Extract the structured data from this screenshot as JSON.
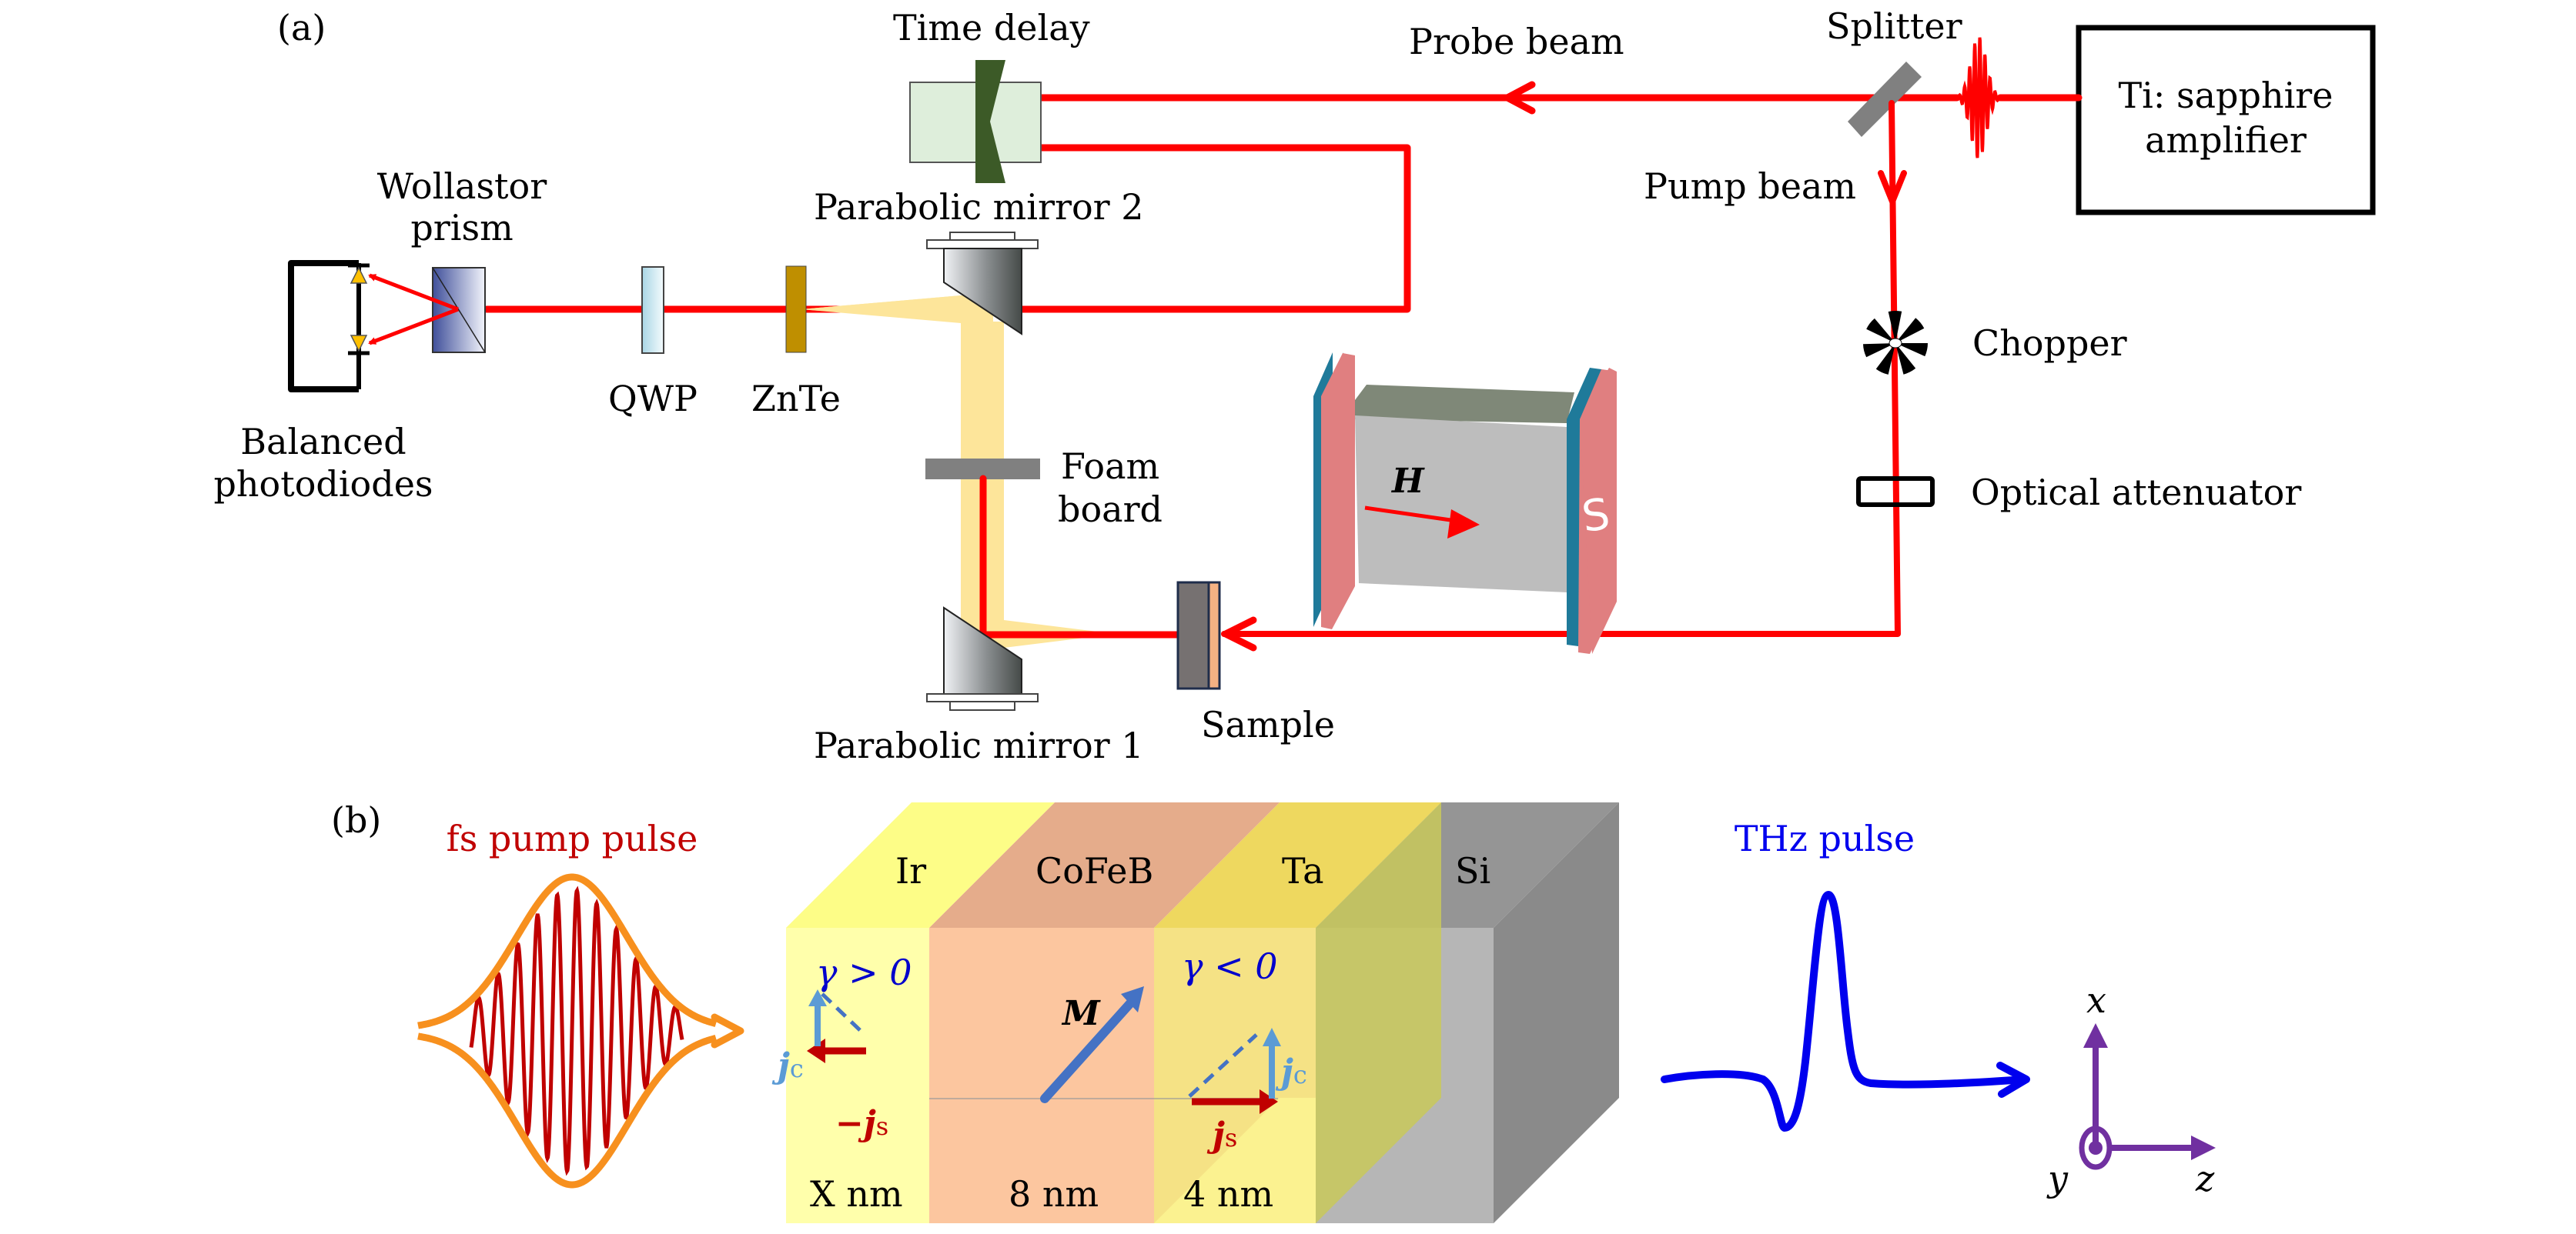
{
  "panel_a": {
    "tag": "(a)",
    "labels": {
      "time_delay": "Time delay",
      "probe_beam": "Probe beam",
      "splitter": "Splitter",
      "laser_line1": "Ti: sapphire",
      "laser_line2": "amplifier",
      "pump_beam": "Pump beam",
      "wollaston_line1": "Wollastor",
      "wollaston_line2": "prism",
      "parabolic_mirror_2": "Parabolic mirror 2",
      "chopper": "Chopper",
      "qwp": "QWP",
      "znte": "ZnTe",
      "photodiodes_line1": "Balanced",
      "photodiodes_line2": "photodiodes",
      "foam_line1": "Foam",
      "foam_line2": "board",
      "optical_attenuator": "Optical attenuator",
      "magnet_field": "H",
      "magnet_pole": "S",
      "parabolic_mirror_1": "Parabolic mirror 1",
      "sample": "Sample"
    }
  },
  "panel_b": {
    "tag": "(b)",
    "fs_pulse_label": "fs pump pulse",
    "thz_pulse_label": "THz pulse",
    "layers": [
      {
        "name": "Ir",
        "thickness": "X nm"
      },
      {
        "name": "CoFeB",
        "thickness": "8 nm"
      },
      {
        "name": "Ta",
        "thickness": "4 nm"
      },
      {
        "name": "Si",
        "thickness": ""
      }
    ],
    "left_gamma": "γ > 0",
    "right_gamma": "γ < 0",
    "jc": "j",
    "jc_sub": "c",
    "js_left": "−j",
    "js_right": "j",
    "js_sub": "s",
    "magnetization": "M",
    "axes": {
      "x": "x",
      "y": "y",
      "z": "z"
    }
  },
  "colors": {
    "laser_beam": "#ff0000",
    "thz_beam": "#fde59a",
    "thz_pulse": "#0000ee",
    "fs_envelope": "#f7901e",
    "fs_carrier": "#c00000",
    "axes": "#7030a0",
    "gamma_text": "#0000cc",
    "jc": "#5b9bd5",
    "js": "#c00000"
  }
}
